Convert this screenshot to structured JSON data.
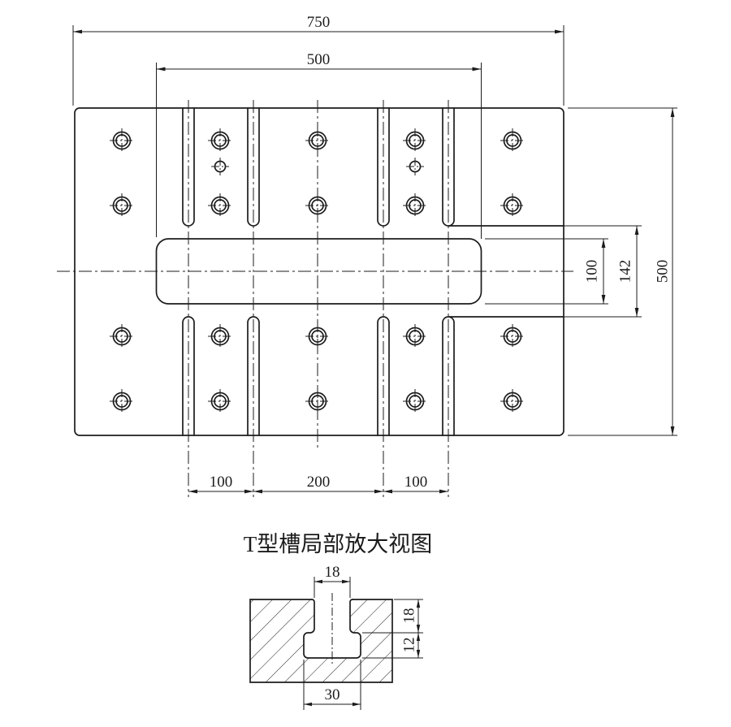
{
  "drawing": {
    "background": "#ffffff",
    "line_color": "#1c1c1c",
    "plan_view": {
      "dim_overall_width": "750",
      "dim_slot_length": "500",
      "dim_overall_height": "500",
      "dim_slot_width": "100",
      "dim_channel_width": "142",
      "dim_tslot_pitch_left": "100",
      "dim_tslot_pitch_center": "200",
      "dim_tslot_pitch_right": "100"
    },
    "detail_view": {
      "title": "T型槽局部放大视图",
      "dim_opening_width": "18",
      "dim_opening_depth": "18",
      "dim_base_depth": "12",
      "dim_base_width": "30"
    }
  }
}
